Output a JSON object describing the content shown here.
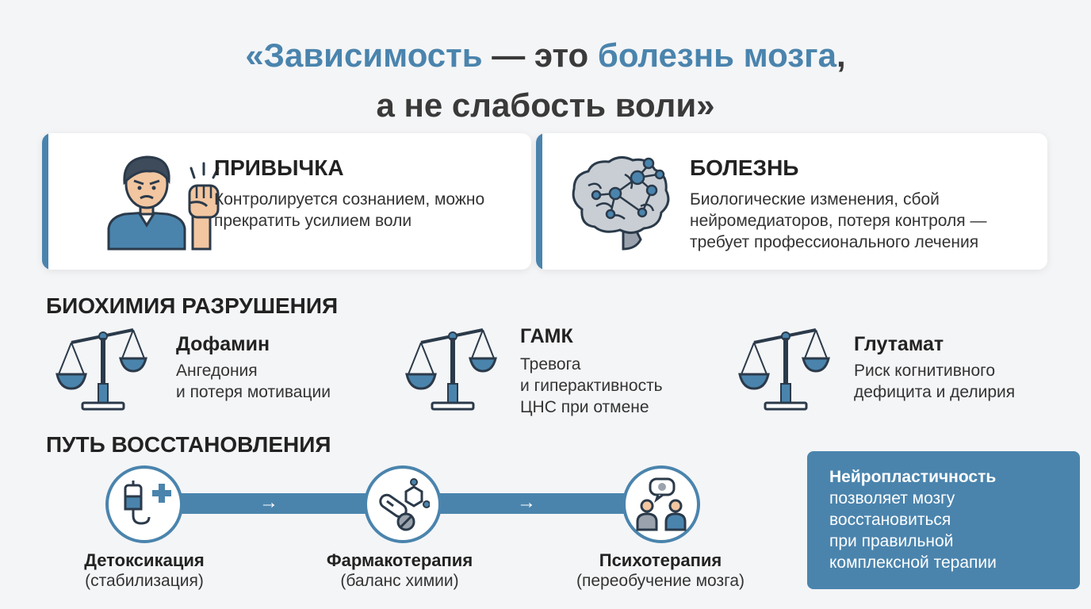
{
  "title": {
    "line1_open": "«Зависимость",
    "line1_mid": " — это ",
    "line1_accent": "болезнь мозга",
    "line1_end": ",",
    "line2": "а не слабость воли»"
  },
  "cards": {
    "habit": {
      "title": "ПРИВЫЧКА",
      "desc": "Контролируется сознанием, можно прекратить усилием воли"
    },
    "disease": {
      "title": "БОЛЕЗНЬ",
      "desc": "Биологические изменения, сбой нейромедиаторов, потеря контроля — требует профессионального лечения"
    }
  },
  "biochem": {
    "title": "БИОХИМИЯ РАЗРУШЕНИЯ",
    "items": [
      {
        "name": "Дофамин",
        "line1": "Ангедония",
        "line2": "и потеря мотивации",
        "line3": ""
      },
      {
        "name": "ГАМК",
        "line1": "Тревога",
        "line2": "и гиперактивность",
        "line3": "ЦНС при отмене"
      },
      {
        "name": "Глутамат",
        "line1": "Риск когнитивного",
        "line2": "дефицита и делирия",
        "line3": ""
      }
    ]
  },
  "recovery": {
    "title": "ПУТЬ ВОССТАНОВЛЕНИЯ",
    "arrow": "→",
    "steps": [
      {
        "name": "Детоксикация",
        "sub": "(стабилизация)"
      },
      {
        "name": "Фармакотерапия",
        "sub": "(баланс химии)"
      },
      {
        "name": "Психотерапия",
        "sub": "(переобучение мозга)"
      }
    ]
  },
  "neuro": {
    "head": "Нейропластичность",
    "line1": "позволяет мозгу",
    "line2": "восстановиться",
    "line3": "при правильной",
    "line4": "комплексной терапии"
  },
  "colors": {
    "accent": "#4a84ad",
    "background": "#f4f5f7",
    "skin": "#f2c6a0"
  }
}
